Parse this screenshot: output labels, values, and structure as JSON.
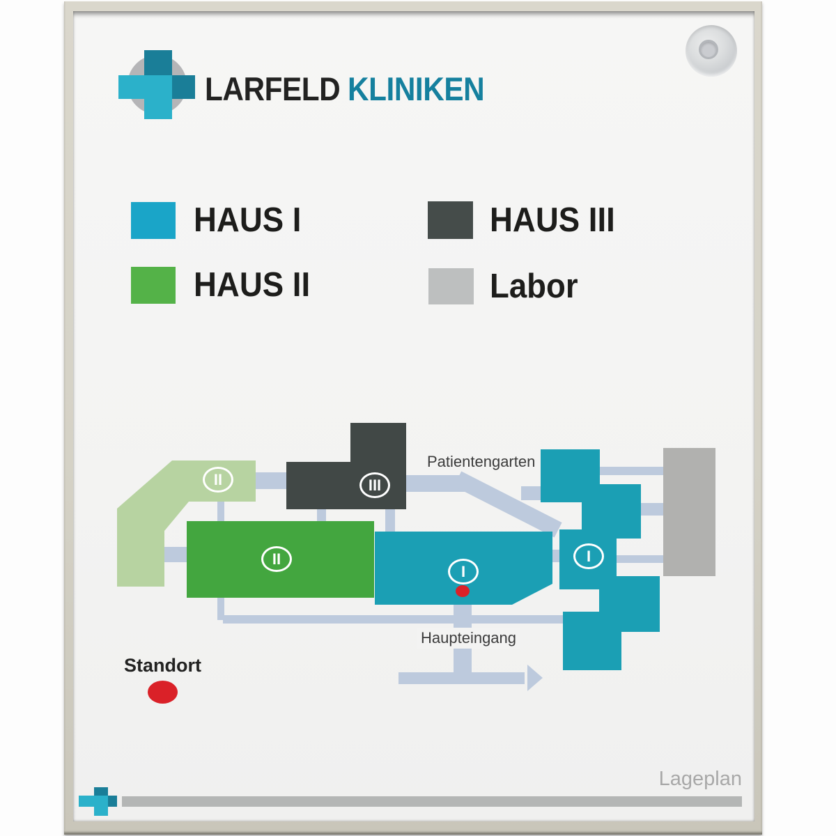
{
  "board": {
    "brand": {
      "primary": "LARFELD",
      "secondary": "KLINIKEN"
    },
    "legend": [
      {
        "label": "HAUS I",
        "color": "#1aa5c8"
      },
      {
        "label": "HAUS II",
        "color": "#54b248"
      },
      {
        "label": "HAUS III",
        "color": "#454c4a"
      },
      {
        "label": "Labor",
        "color": "#bdbfbf"
      }
    ],
    "map": {
      "labels": {
        "garden": "Patientengarten",
        "entrance": "Haupteingang",
        "marker": "Standort"
      },
      "circles": {
        "annex2": "II",
        "haus3": "III",
        "haus2": "II",
        "haus1_main": "I",
        "haus1_east": "I"
      },
      "colors": {
        "haus1": "#1b9fb4",
        "haus2": "#43a63f",
        "haus2_annex": "#b7d3a1",
        "haus3": "#414846",
        "labor": "#b1b1af",
        "path": "#bdcadd",
        "marker_red": "#da2128"
      }
    },
    "caption": "Lageplan",
    "logo_colors": {
      "teal_light": "#2bb1ca",
      "teal_dark": "#1a7e98",
      "circle_gray": "#b5b5b7"
    }
  }
}
